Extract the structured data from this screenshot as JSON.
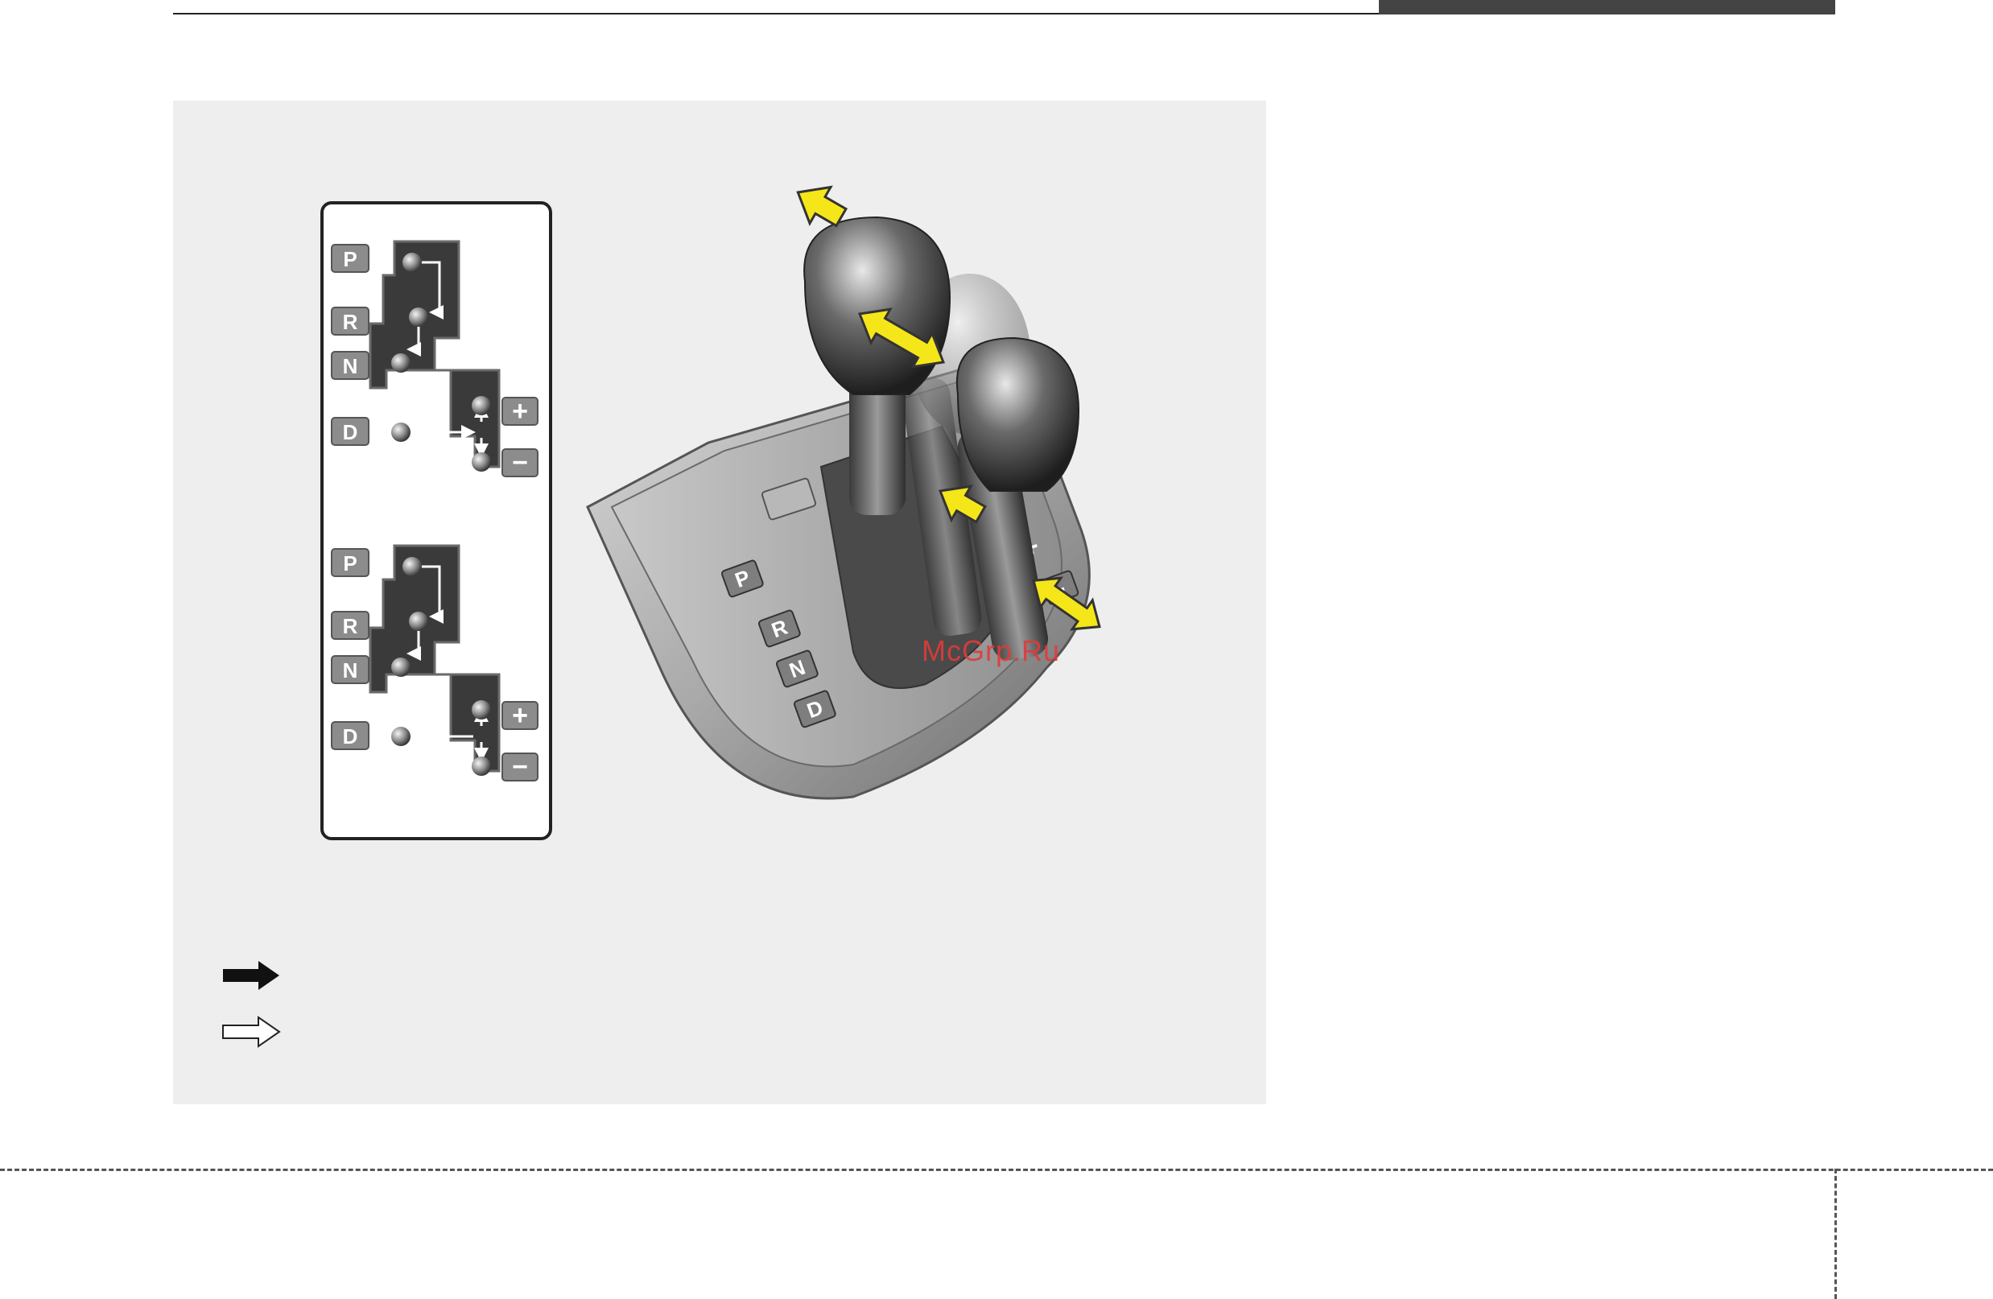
{
  "pattern_upper": {
    "gears": [
      "P",
      "R",
      "N",
      "D"
    ],
    "plus": "+",
    "minus": "−"
  },
  "pattern_lower": {
    "gears": [
      "P",
      "R",
      "N",
      "D"
    ],
    "plus": "+",
    "minus": "−"
  },
  "console": {
    "gears": [
      "P",
      "R",
      "N",
      "D"
    ],
    "plus": "+",
    "minus": "-"
  },
  "watermark": "McGrp.Ru",
  "legend": {
    "solid_arrow_text": "",
    "outline_arrow_text": ""
  },
  "colors": {
    "arrow_yellow": "#f5e61a",
    "panel_gray": "#eeeeee",
    "gate_dark": "#3a3a3a",
    "label_gray": "#8c8c8c"
  }
}
